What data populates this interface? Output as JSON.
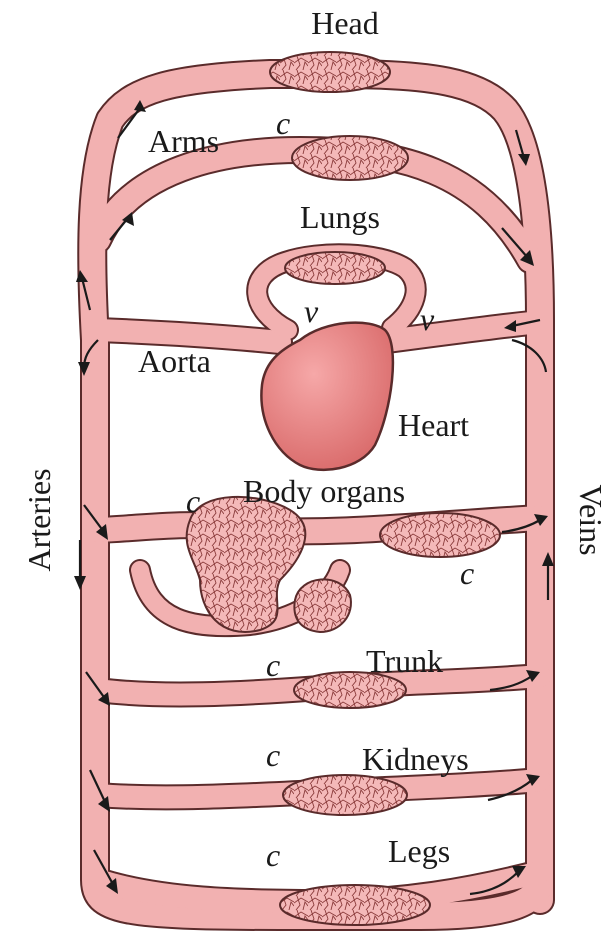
{
  "labels": {
    "head": "Head",
    "arms": "Arms",
    "lungs": "Lungs",
    "aorta": "Aorta",
    "heart": "Heart",
    "body_organs": "Body organs",
    "trunk": "Trunk",
    "kidneys": "Kidneys",
    "legs": "Legs",
    "arteries": "Arteries",
    "veins": "Veins",
    "capillary_marker": "c",
    "valve_marker": "v"
  },
  "colors": {
    "vessel": "#f2b1b1",
    "vessel_outline": "#5a2b2b",
    "heart": "#e88a8a",
    "text": "#1a1a1a"
  }
}
